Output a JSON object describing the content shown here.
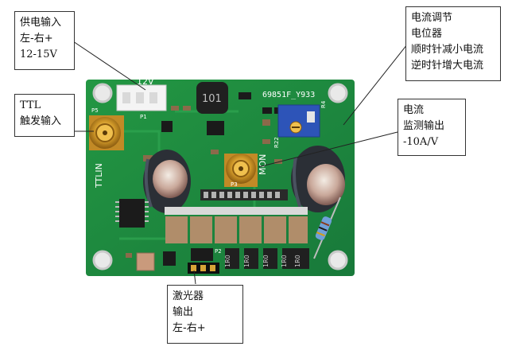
{
  "callouts": {
    "power_input": {
      "lines": [
        "供电输入",
        "左-右+",
        "12-15V"
      ]
    },
    "ttl_input": {
      "lines": [
        "TTL",
        "触发输入"
      ]
    },
    "current_pot": {
      "lines": [
        "电流调节",
        "电位器",
        "顺时针减小电流",
        "逆时针增大电流"
      ]
    },
    "current_monitor": {
      "lines": [
        "电流",
        "监测输出",
        "-10A/V"
      ]
    },
    "laser_output": {
      "lines": [
        "激光器",
        "输出",
        "左-右+"
      ]
    }
  },
  "board_markings": {
    "voltage": "12V",
    "model": "69851F_Y933",
    "ttl": "TTLIN",
    "mon": "MON",
    "inductor": "101",
    "resistor": "1R0",
    "p1": "P1",
    "p2": "P2",
    "p3": "P3",
    "p5": "P5",
    "r22": "R22",
    "r4": "R4"
  },
  "colors": {
    "pcb": "#1f8a3a",
    "pcb_dark": "#146b2b",
    "capacitor": "#2b2f36",
    "ceramic": "#b08d6a",
    "gold": "#d7a437",
    "pot_blue": "#2d54b8",
    "callout_border": "#333333"
  }
}
